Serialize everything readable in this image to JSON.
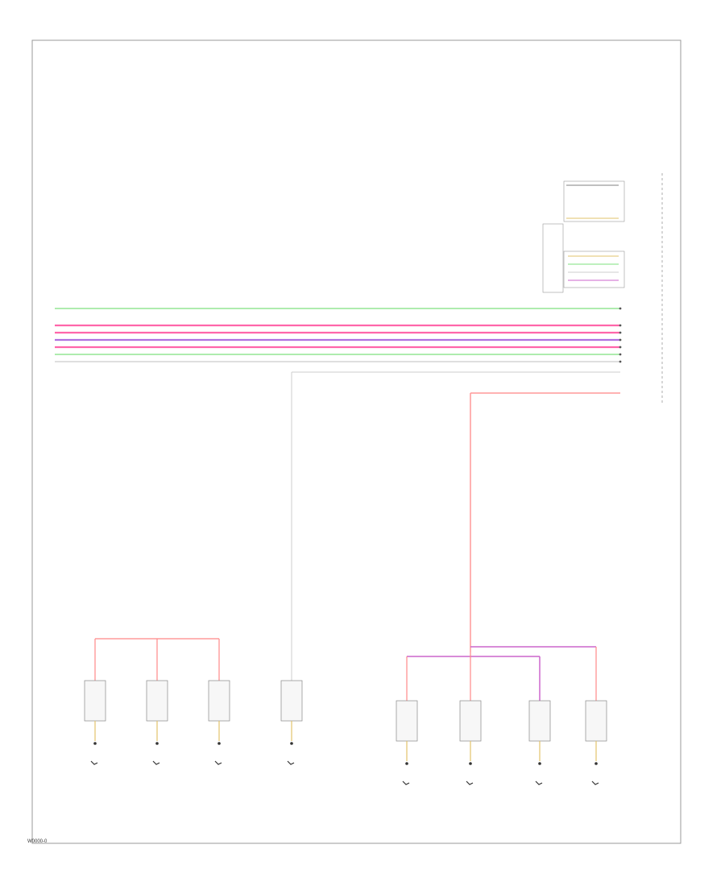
{
  "diagram_id": "W0000-0",
  "diagram": {
    "type": "wiring-schematic",
    "bus_wires": [
      {
        "color": "#7ee07e"
      },
      {
        "color": "#ff66aa"
      },
      {
        "color": "#ff66aa"
      },
      {
        "color": "#b070e0"
      },
      {
        "color": "#ff66aa"
      },
      {
        "color": "#7ee07e"
      },
      {
        "color": "#cccccc"
      }
    ],
    "feed_wires": [
      {
        "color": "#ff9999"
      },
      {
        "color": "#cccccc"
      },
      {
        "color": "#cc66cc"
      }
    ],
    "left_components": 4,
    "right_components": 4
  }
}
